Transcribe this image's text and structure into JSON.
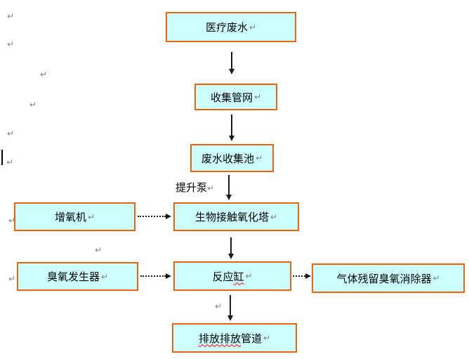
{
  "colors": {
    "node_fill": "#ccffff",
    "node_border": "#e8650d",
    "arrow": "#1a1a1a",
    "paragraph_mark": "#808080",
    "spellcheck_underline": "#ff0000"
  },
  "marks": {
    "glyph": "↵"
  },
  "flowchart": {
    "nodes": {
      "medical_wastewater": {
        "label": "医疗废水"
      },
      "collection_network": {
        "label": "收集管网"
      },
      "collection_pool": {
        "label": "废水收集池"
      },
      "aerator": {
        "label": "增氧机"
      },
      "bio_oxidation_tower": {
        "label": "生物接触氧化塔"
      },
      "ozone_generator": {
        "label": "臭氧发生器"
      },
      "reaction_tank": {
        "label_plain": "反应",
        "label_misspelled": "缸"
      },
      "ozone_eliminator": {
        "label": "气体残留臭氧消除器"
      },
      "discharge_pipe": {
        "label_misspelled": "排放排放",
        "label_plain": "管道"
      }
    },
    "edge_labels": {
      "lift_pump": "提升泵"
    }
  }
}
